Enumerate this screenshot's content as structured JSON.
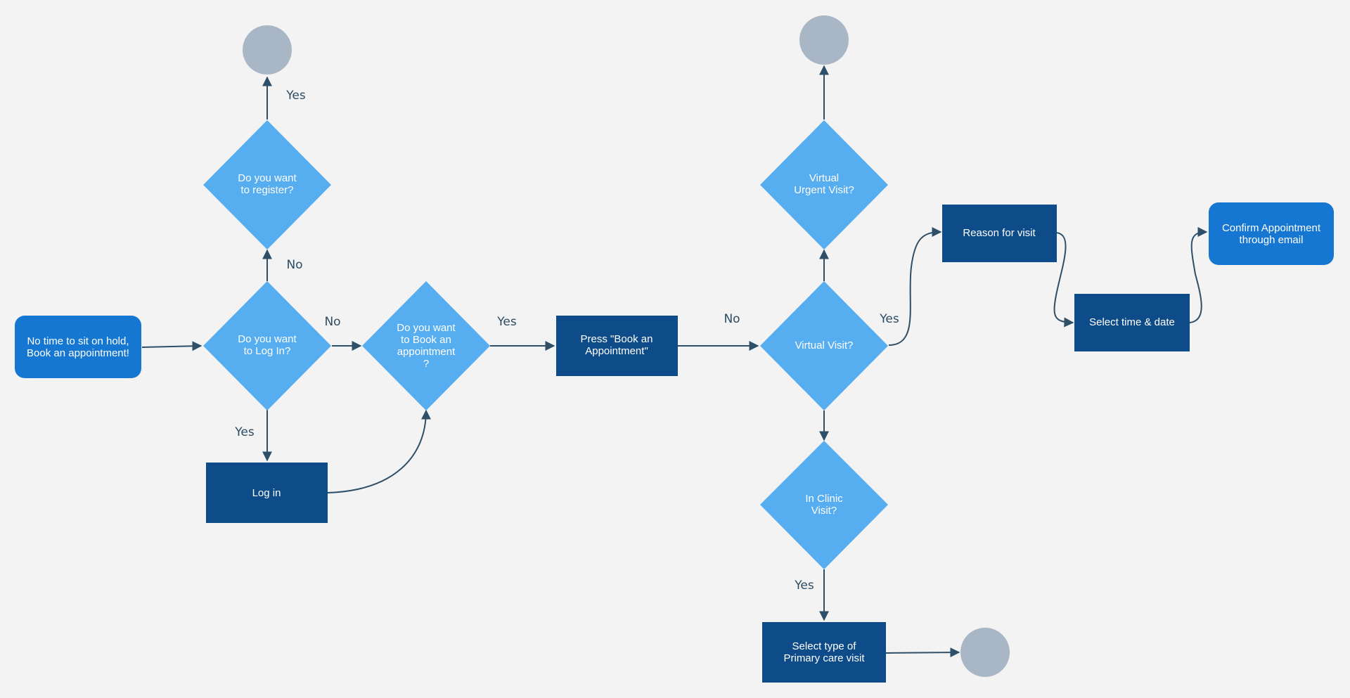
{
  "colors": {
    "background": "#f3f3f3",
    "start_fill": "#1677d2",
    "decision_fill": "#56adf0",
    "process_fill": "#0d4c89",
    "terminator_fill": "#a8b6c6",
    "edge": "#2e4f67",
    "label": "#2d4b63"
  },
  "nodes": {
    "start": {
      "lines": [
        "No time to sit on hold,",
        "Book an appointment!"
      ]
    },
    "login_decision": {
      "lines": [
        "Do you want",
        "to Log In?"
      ]
    },
    "register_decision": {
      "lines": [
        "Do you want",
        "to register?"
      ]
    },
    "book_decision": {
      "lines": [
        "Do you want",
        "to Book an",
        "appointment",
        "?"
      ]
    },
    "login": {
      "lines": [
        "Log in"
      ]
    },
    "press_book": {
      "lines": [
        "Press \"Book an",
        "Appointment\""
      ]
    },
    "virtual_decision": {
      "lines": [
        "Virtual Visit?"
      ]
    },
    "urgent_decision": {
      "lines": [
        "Virtual",
        "Urgent Visit?"
      ]
    },
    "clinic_decision": {
      "lines": [
        "In Clinic",
        "Visit?"
      ]
    },
    "primary_care": {
      "lines": [
        "Select type of",
        "Primary care visit"
      ]
    },
    "reason": {
      "lines": [
        "Reason for visit"
      ]
    },
    "time_date": {
      "lines": [
        "Select time & date"
      ]
    },
    "confirm": {
      "lines": [
        "Confirm Appointment",
        "through email"
      ]
    }
  },
  "edge_labels": {
    "register_yes": "Yes",
    "login_no_up": "No",
    "login_no_right": "No",
    "login_yes_down": "Yes",
    "book_yes": "Yes",
    "press_no": "No",
    "virtual_yes": "Yes",
    "clinic_yes": "Yes"
  }
}
